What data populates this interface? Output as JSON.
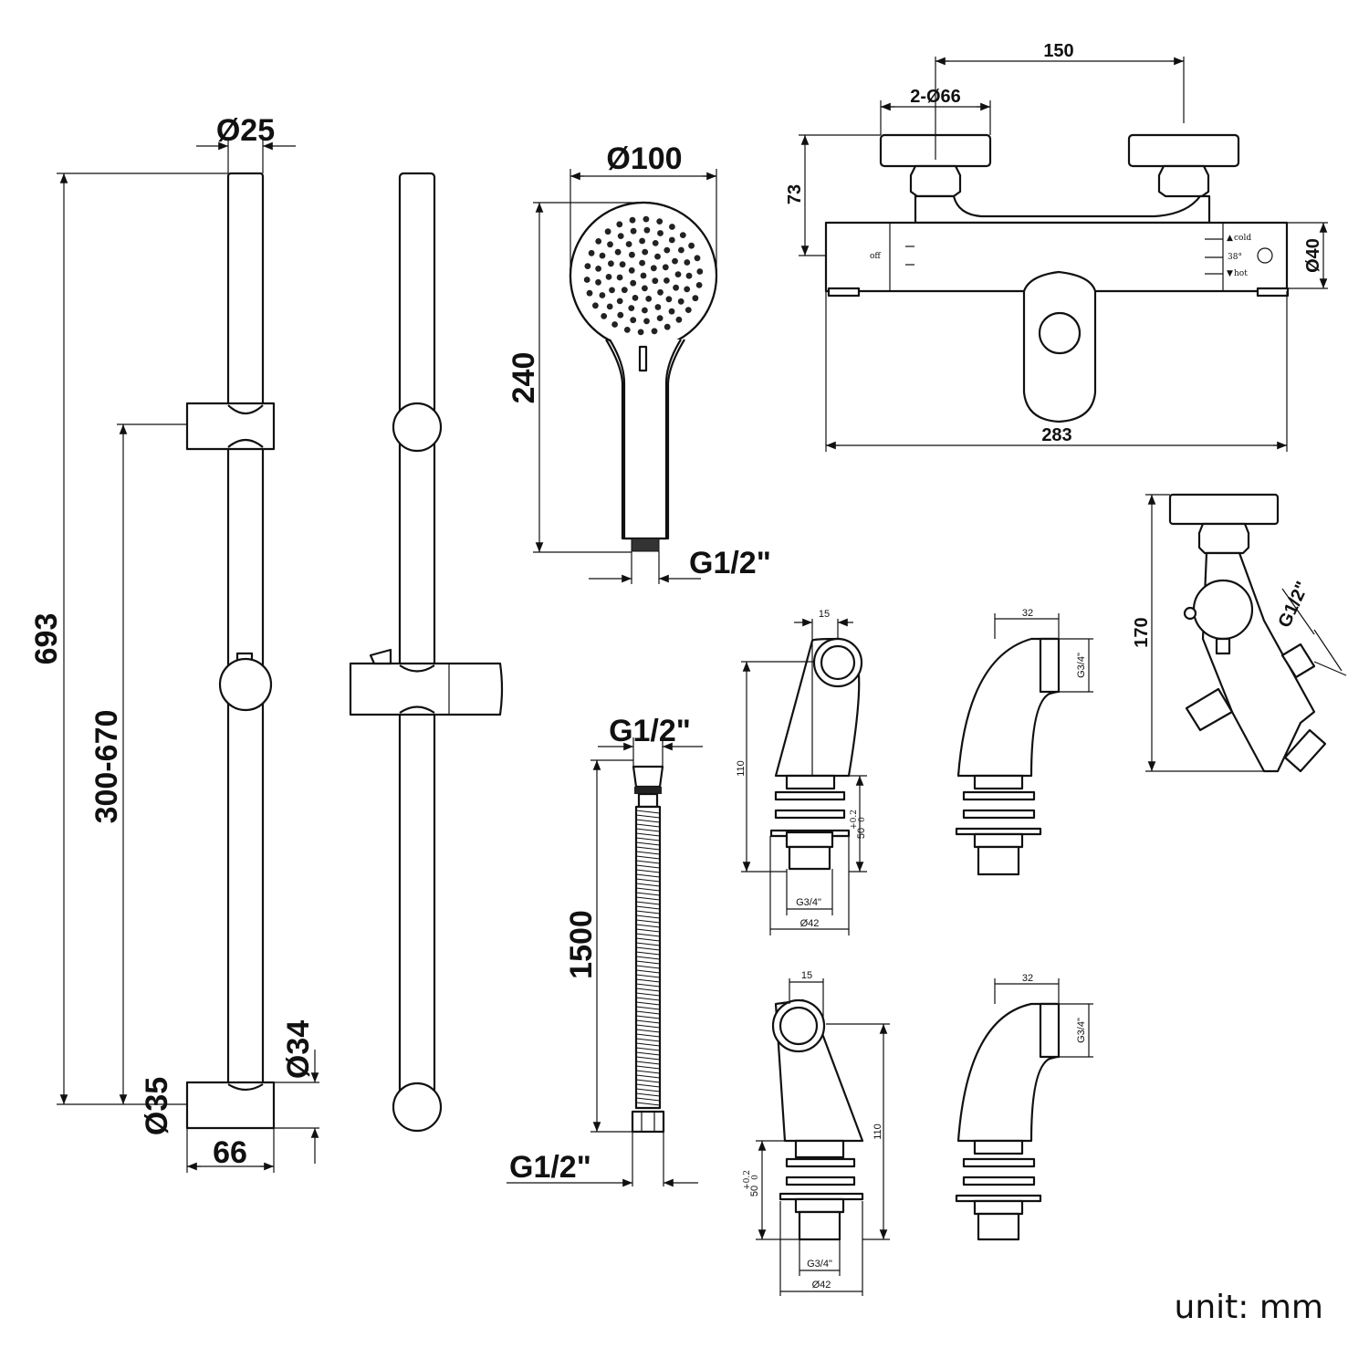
{
  "rail": {
    "tube_dia": "Ø25",
    "total_length": "693",
    "adjust_range": "300-670",
    "bracket_dia": "Ø34",
    "base_dia": "Ø35",
    "base_width": "66"
  },
  "handset": {
    "head_dia": "Ø100",
    "length": "240",
    "thread": "G1/2\""
  },
  "hose": {
    "thread_top": "G1/2\"",
    "length": "1500",
    "thread_bottom": "G1/2\""
  },
  "valve": {
    "centres": "150",
    "inlets": "2-Ø66",
    "height": "73",
    "body_dia": "Ø40",
    "width": "283",
    "label_off": "off",
    "label_cold": "cold",
    "label_temp": "38°",
    "label_hot": "hot"
  },
  "side_view": {
    "height": "170",
    "thread": "G1/2\""
  },
  "legs": {
    "offset": "15",
    "projection": "32",
    "height": "110",
    "thread": "G3/4\"",
    "tolerance_height": "50",
    "tolerance_upper": "+0.2",
    "tolerance_lower": "0",
    "base_dia": "Ø42"
  },
  "unit_label": "unit: mm"
}
